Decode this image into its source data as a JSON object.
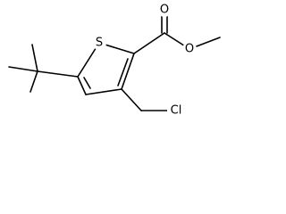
{
  "molecule": {
    "atom_labels": {
      "sulfur": "S",
      "carbonyl_oxygen": "O",
      "ester_oxygen": "O",
      "chlorine": "Cl"
    },
    "bond_color": "#000000",
    "background_color": "#ffffff"
  }
}
